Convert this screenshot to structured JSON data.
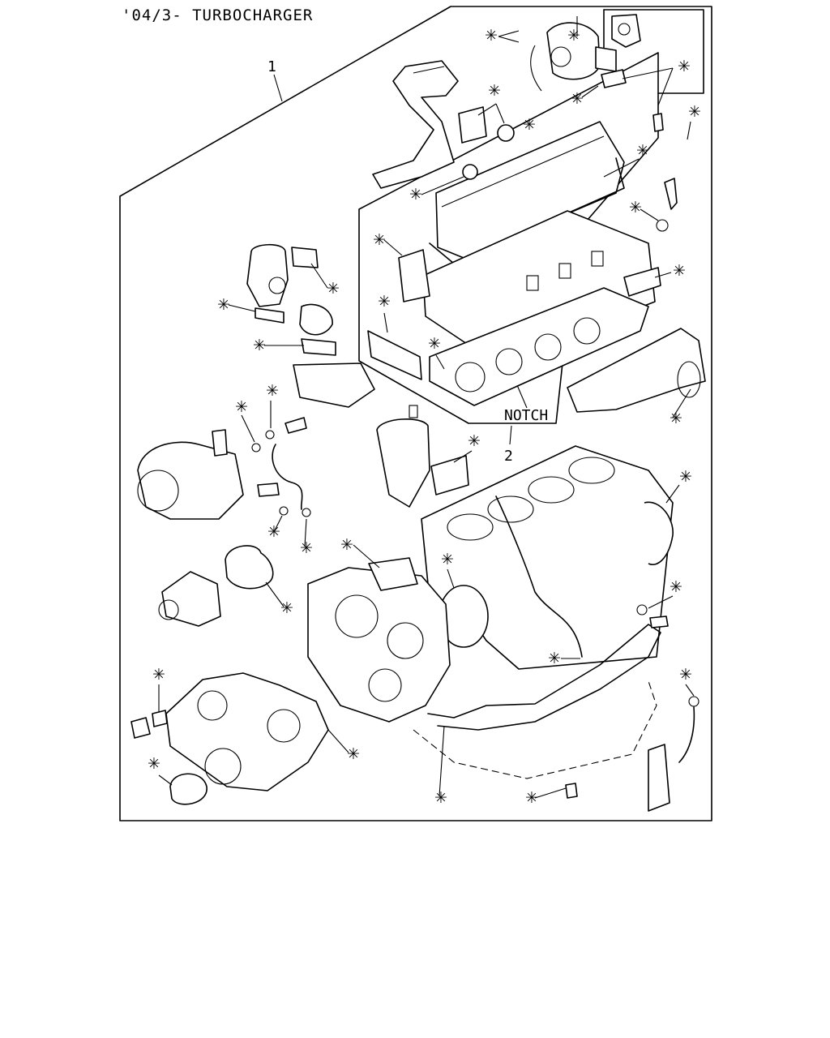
{
  "header": {
    "title": "'04/3- TURBOCHARGER"
  },
  "callouts": {
    "kit_1": "1",
    "kit_2": "2",
    "notch": "NOTCH"
  },
  "marker": {
    "symbol": "✳"
  }
}
